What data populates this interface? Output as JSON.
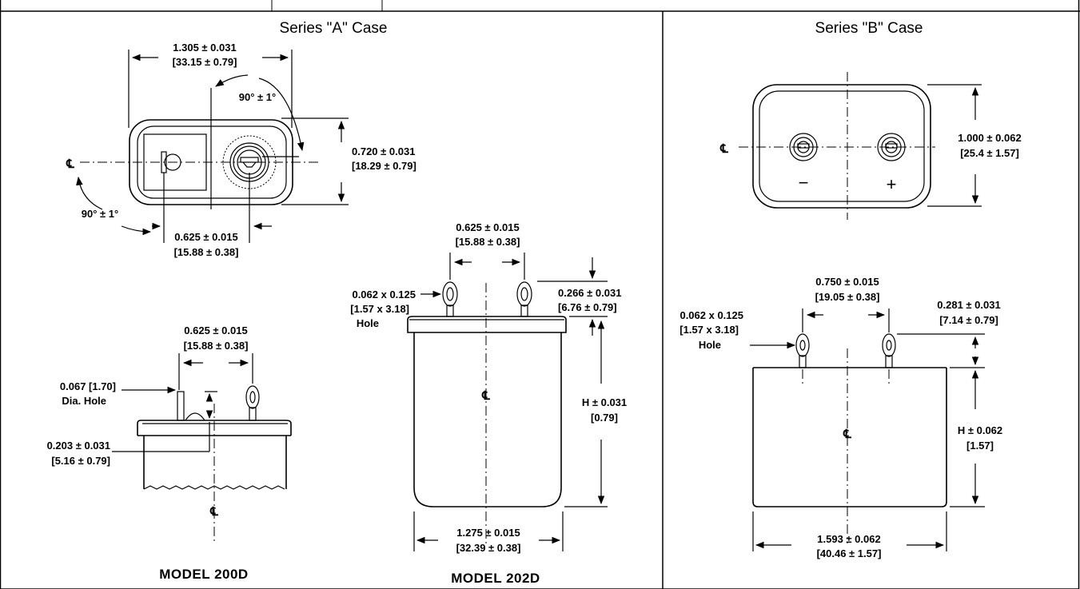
{
  "panels": {
    "series_a_title": "Series \"A\" Case",
    "series_b_title": "Series \"B\" Case"
  },
  "centerline_symbol": "℄",
  "series_a": {
    "width_in": "1.305 ± 0.031",
    "width_mm": "[33.15 ± 0.79]",
    "angle_top": "90° ± 1°",
    "angle_bottom": "90° ± 1°",
    "height_in": "0.720 ± 0.031",
    "height_mm": "[18.29 ± 0.79]",
    "spacing_in": "0.625 ± 0.015",
    "spacing_mm": "[15.88 ± 0.38]"
  },
  "model_200d": {
    "label": "MODEL 200D",
    "spacing_in": "0.625 ± 0.015",
    "spacing_mm": "[15.88 ± 0.38]",
    "hole_line1": "0.067 [1.70]",
    "hole_line2": "Dia. Hole",
    "offset_in": "0.203 ± 0.031",
    "offset_mm": "[5.16 ± 0.79]"
  },
  "model_202d": {
    "label": "MODEL 202D",
    "spacing_in": "0.625 ± 0.015",
    "spacing_mm": "[15.88 ± 0.38]",
    "hole_line1": "0.062 x 0.125",
    "hole_line2": "[1.57 x 3.18]",
    "hole_line3": "Hole",
    "terminal_in": "0.266 ± 0.031",
    "terminal_mm": "[6.76 ± 0.79]",
    "height_in": "H ± 0.031",
    "height_mm": "[0.79]",
    "width_in": "1.275 ± 0.015",
    "width_mm": "[32.39 ± 0.38]"
  },
  "series_b": {
    "height_in": "1.000 ± 0.062",
    "height_mm": "[25.4 ± 1.57]",
    "minus": "−",
    "plus": "+"
  },
  "series_b_side": {
    "spacing_in": "0.750 ± 0.015",
    "spacing_mm": "[19.05 ± 0.38]",
    "hole_line1": "0.062 x 0.125",
    "hole_line2": "[1.57 x 3.18]",
    "hole_line3": "Hole",
    "terminal_in": "0.281 ± 0.031",
    "terminal_mm": "[7.14 ± 0.79]",
    "height_in": "H ± 0.062",
    "height_mm": "[1.57]",
    "width_in": "1.593 ± 0.062",
    "width_mm": "[40.46 ± 1.57]"
  }
}
